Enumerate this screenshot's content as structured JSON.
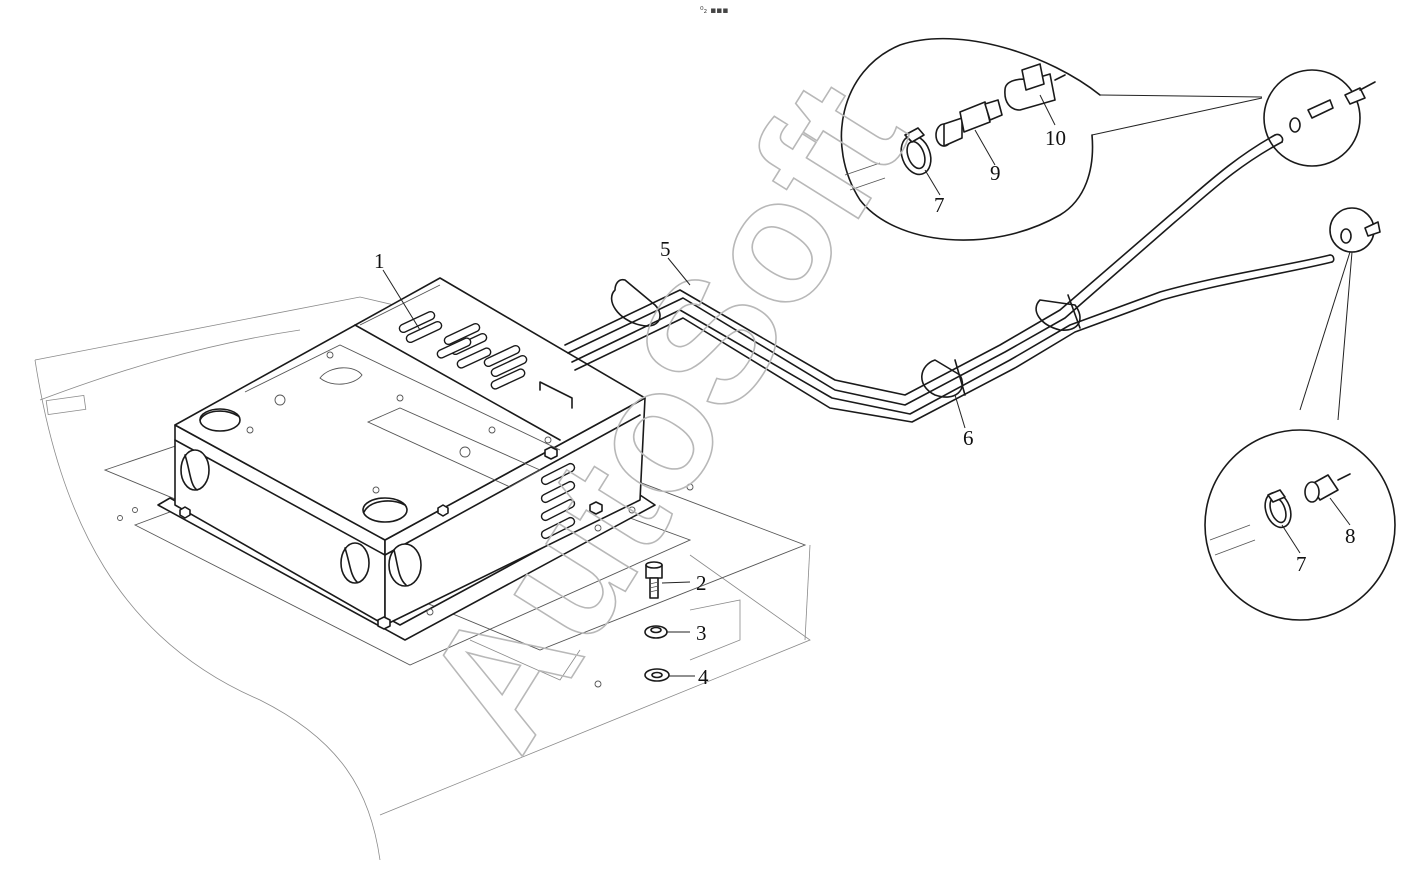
{
  "watermark": "AutoSoft",
  "top_mark": "⁰₂ ▪▪▪",
  "callouts": {
    "c1": "1",
    "c2": "2",
    "c3": "3",
    "c4": "4",
    "c5": "5",
    "c6": "6",
    "c7a": "7",
    "c7b": "7",
    "c8": "8",
    "c9": "9",
    "c10": "10"
  },
  "colors": {
    "line": "#1a1a1a",
    "watermark": "#b8b8b8",
    "background": "#ffffff"
  }
}
